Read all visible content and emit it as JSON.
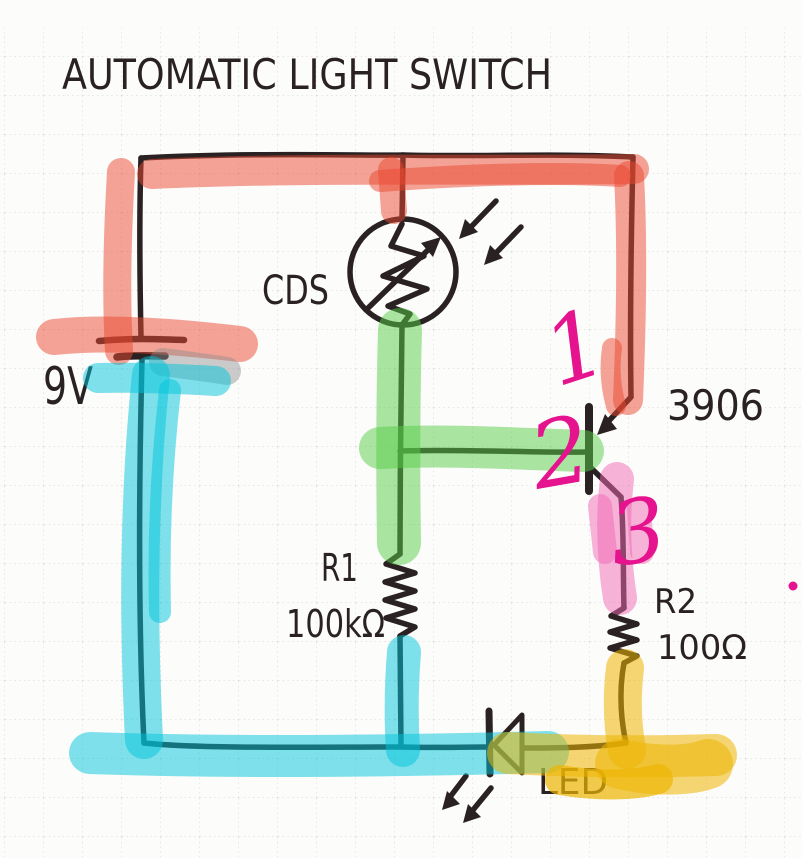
{
  "title": "AUTOMATIC LIGHT SWITCH",
  "schematic": {
    "battery": {
      "label": "9V"
    },
    "photocell": {
      "label": "CDS"
    },
    "transistor": {
      "label": "3906"
    },
    "resistors": {
      "r1": {
        "name": "R1",
        "value": "100kΩ"
      },
      "r2": {
        "name": "R2",
        "value": "100Ω"
      }
    },
    "led": {
      "label": "LED"
    }
  },
  "annotations": {
    "step1": "1",
    "step2": "2",
    "step3": "3"
  },
  "colors": {
    "paper": "#fcfcfb",
    "grid": "#c6c6c6",
    "ink": "#2a2222",
    "highlight_red": "#ea4730",
    "highlight_cyan": "#00c4d9",
    "highlight_green": "#56cc45",
    "highlight_pink": "#f168b4",
    "highlight_yellow": "#ecb501",
    "highlight_gray": "#8f8f8f",
    "pen_magenta": "#e5138e"
  }
}
